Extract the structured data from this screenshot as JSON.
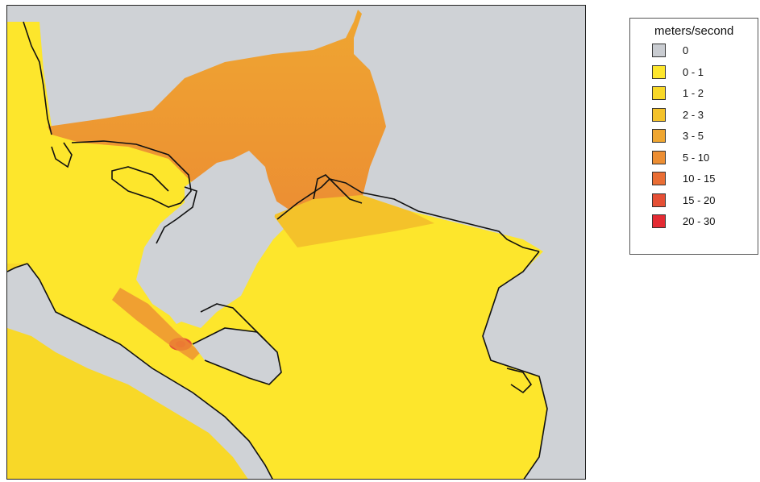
{
  "legend": {
    "title": "meters/second",
    "items": [
      {
        "label": "0",
        "color": "#c9ccd1"
      },
      {
        "label": "0 - 1",
        "color": "#fde62c"
      },
      {
        "label": "1 - 2",
        "color": "#f8d828"
      },
      {
        "label": "2 - 3",
        "color": "#f4c22a"
      },
      {
        "label": "3 - 5",
        "color": "#efa631"
      },
      {
        "label": "5 - 10",
        "color": "#ec8e33"
      },
      {
        "label": "10 - 15",
        "color": "#e96d34"
      },
      {
        "label": "15 - 20",
        "color": "#e54f35"
      },
      {
        "label": "20 - 30",
        "color": "#e42b33"
      }
    ]
  },
  "map": {
    "land_color": "#cfd2d6",
    "coastline_color": "#111111"
  }
}
